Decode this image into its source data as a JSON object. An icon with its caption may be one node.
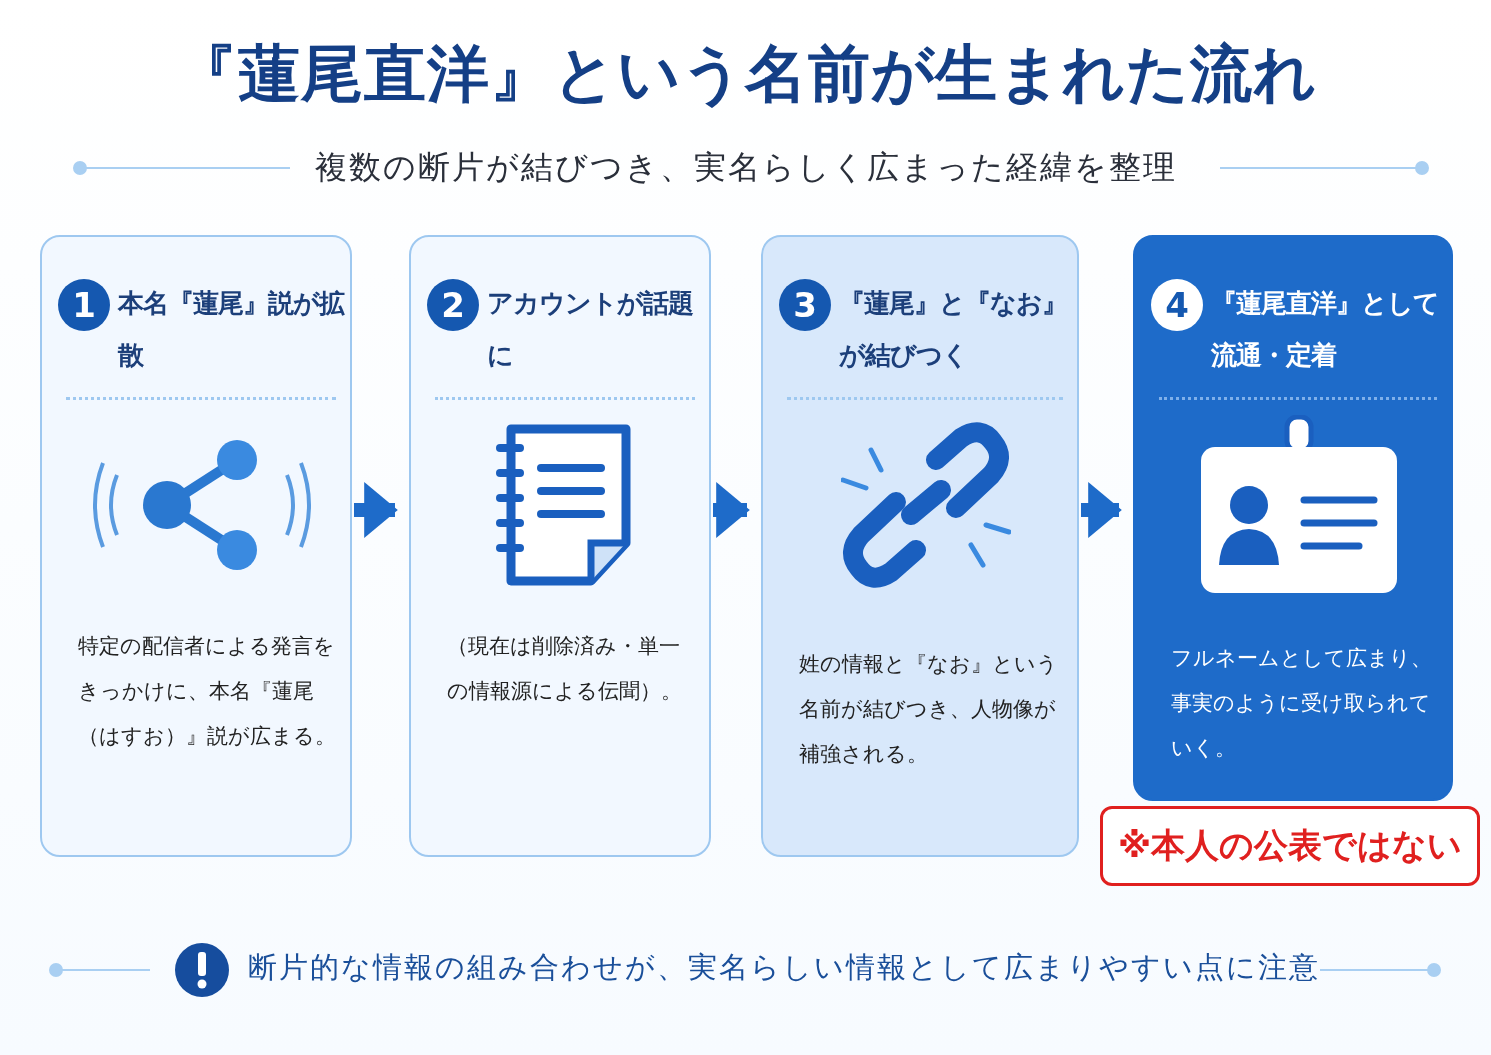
{
  "diagram": {
    "title": "『蓮尾直洋』という名前が生まれた流れ",
    "nodes": [
      {
        "text": [
          "1",
          "本名『蓮尾』説が拡散",
          "特定の配信者による発言をきっかけに、本名『蓮尾（はすお）』説が広まる。"
        ]
      },
      {
        "text": [
          "2",
          "アカウントが話題に",
          "（現在は削除済み・単一の情報源による伝聞）。"
        ]
      },
      {
        "text": [
          "3",
          "『蓮尾』と『なお』が結びつく",
          "姓の情報と『なお』という名前が結びつき、人物像が補強される。"
        ]
      },
      {
        "text": [
          "4",
          "『蓮尾直洋』として流通・定着",
          "フルネームとして広まり、事実のように受け取られていく。"
        ]
      },
      {
        "text": [
          "※本人の公表ではない"
        ]
      }
    ],
    "edges": [
      {
        "from": 0,
        "to": 1,
        "arrow": "to"
      },
      {
        "from": 1,
        "to": 2,
        "arrow": "to"
      },
      {
        "from": 2,
        "to": 3,
        "arrow": "to"
      }
    ],
    "labels": [
      "複数の断片が結びつき、実名らしく広まった経緯を整理",
      "断片的な情報の組み合わせが、実名らしい情報として広まりやすい点に注意"
    ]
  }
}
